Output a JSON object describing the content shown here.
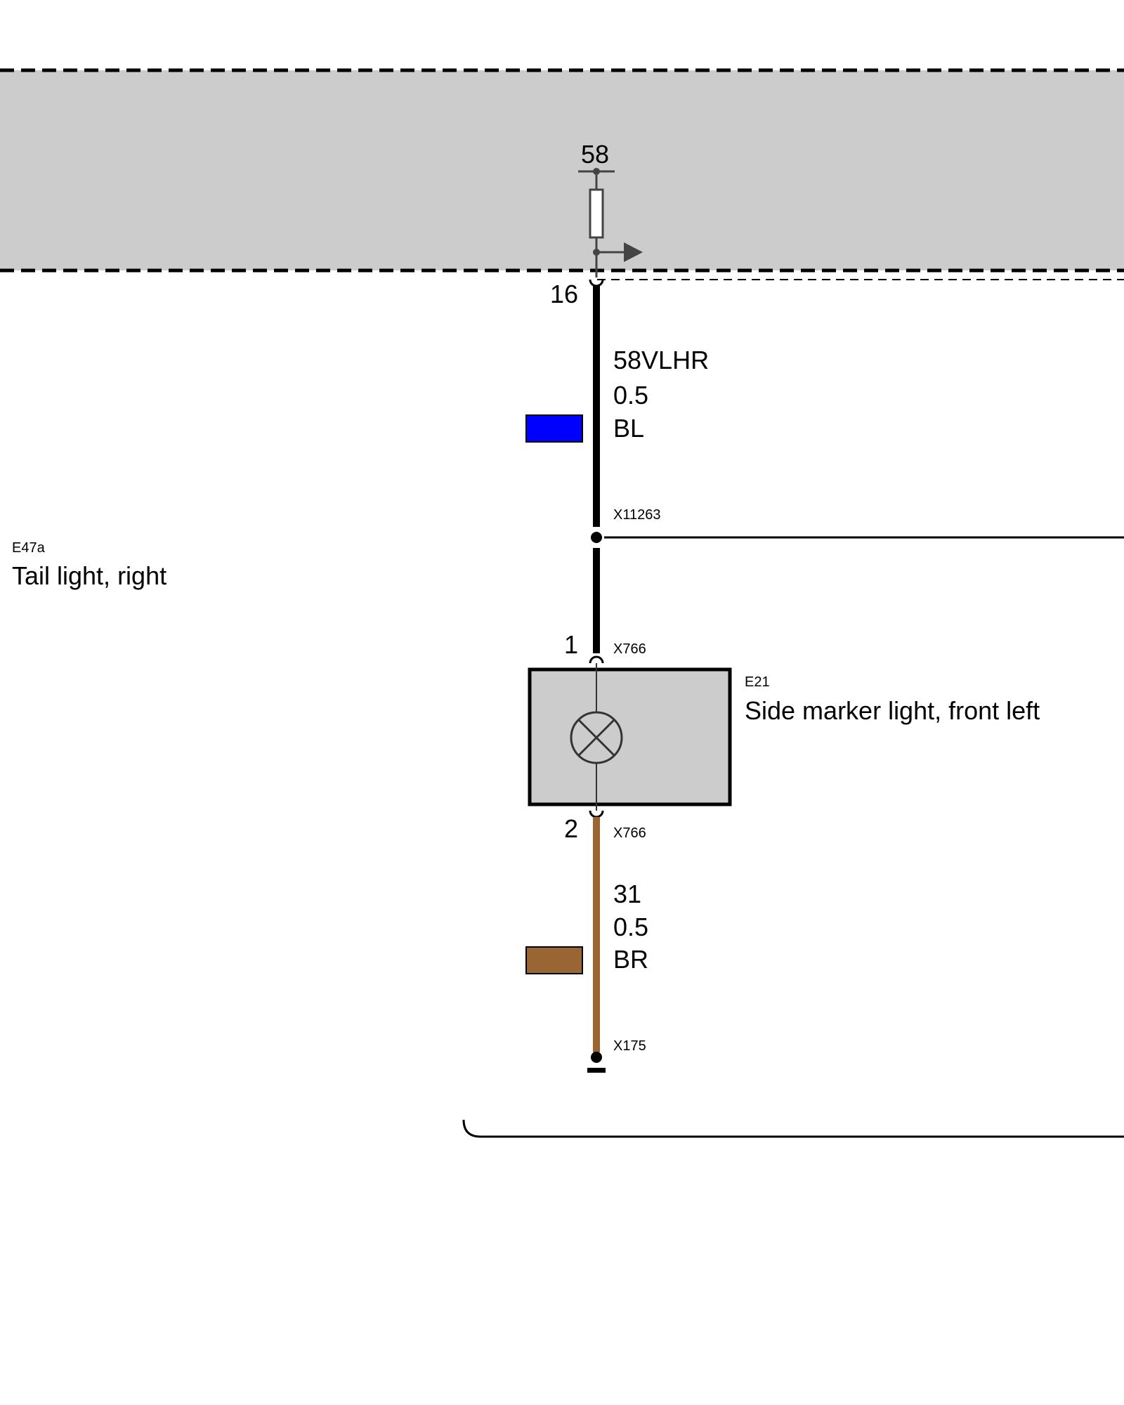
{
  "module": {
    "pin_top_label": "58",
    "pin_out_number": "16"
  },
  "wire_upper": {
    "signal": "58VLHR",
    "gauge": "0.5",
    "color_code": "BL",
    "color_hex": "#0000ff"
  },
  "splice": {
    "id": "X11263"
  },
  "remote_component": {
    "id": "E47a",
    "name": "Tail light, right"
  },
  "component": {
    "id": "E21",
    "name": "Side marker light, front left",
    "pin1": "1",
    "pin1_connector": "X766",
    "pin2": "2",
    "pin2_connector": "X766",
    "symbol": "lamp-icon"
  },
  "wire_lower": {
    "signal": "31",
    "gauge": "0.5",
    "color_code": "BR",
    "color_hex": "#996633"
  },
  "ground": {
    "id": "X175",
    "symbol": "ground-icon"
  },
  "colors": {
    "module_fill": "#cccccc",
    "wire_black": "#000000",
    "wire_brown": "#996633",
    "wire_blue": "#0000ff"
  }
}
